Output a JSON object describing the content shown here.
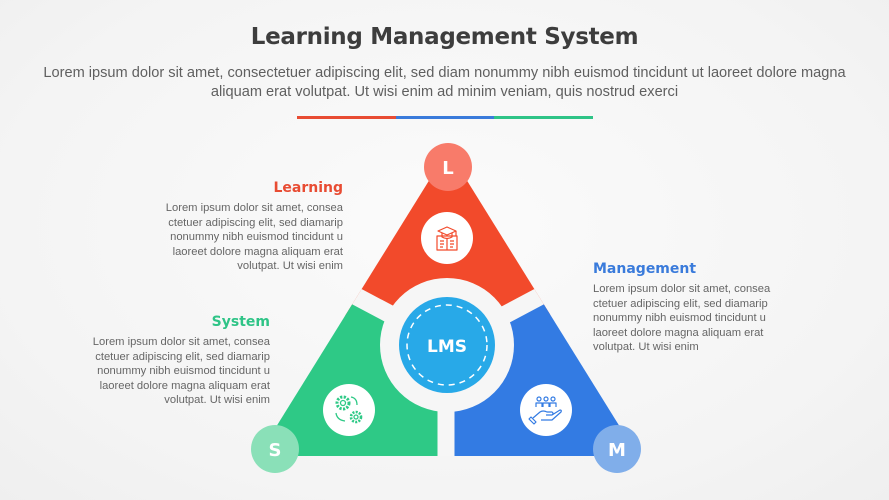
{
  "header": {
    "title": "Learning Management System",
    "subtitle": "Lorem ipsum dolor sit amet, consectetuer adipiscing elit, sed diam nonummy nibh euismod tincidunt ut laoreet dolore magna aliquam erat volutpat. Ut wisi enim ad minim veniam, quis nostrud exerci",
    "divider_colors": [
      "#e84c33",
      "#3a7bdb",
      "#2fc487"
    ]
  },
  "center": {
    "label": "LMS",
    "color": "#28a9e8"
  },
  "segments": [
    {
      "key": "learning",
      "letter": "L",
      "heading": "Learning",
      "body": "Lorem ipsum dolor sit amet, consea ctetuer adipiscing elit, sed diamarip nonummy nibh euismod tincidunt u laoreet dolore magna aliquam erat volutpat. Ut wisi enim",
      "color": "#f24a2b",
      "badge_color": "#f87b6a",
      "heading_color": "#e84c33",
      "icon": "graduation-book-icon"
    },
    {
      "key": "management",
      "letter": "M",
      "heading": "Management",
      "body": "Lorem ipsum dolor sit amet, consea ctetuer adipiscing elit, sed diamarip nonummy nibh euismod tincidunt u laoreet dolore magna aliquam erat volutpat. Ut wisi enim",
      "color": "#337be3",
      "badge_color": "#80aeea",
      "heading_color": "#3a7bdb",
      "icon": "hand-people-icon"
    },
    {
      "key": "system",
      "letter": "S",
      "heading": "System",
      "body": "Lorem ipsum dolor sit amet, consea ctetuer adipiscing elit, sed diamarip nonummy nibh euismod tincidunt u laoreet dolore magna aliquam erat volutpat. Ut wisi enim",
      "color": "#2ec986",
      "badge_color": "#8ae0b8",
      "heading_color": "#2fc487",
      "icon": "gears-icon"
    }
  ]
}
